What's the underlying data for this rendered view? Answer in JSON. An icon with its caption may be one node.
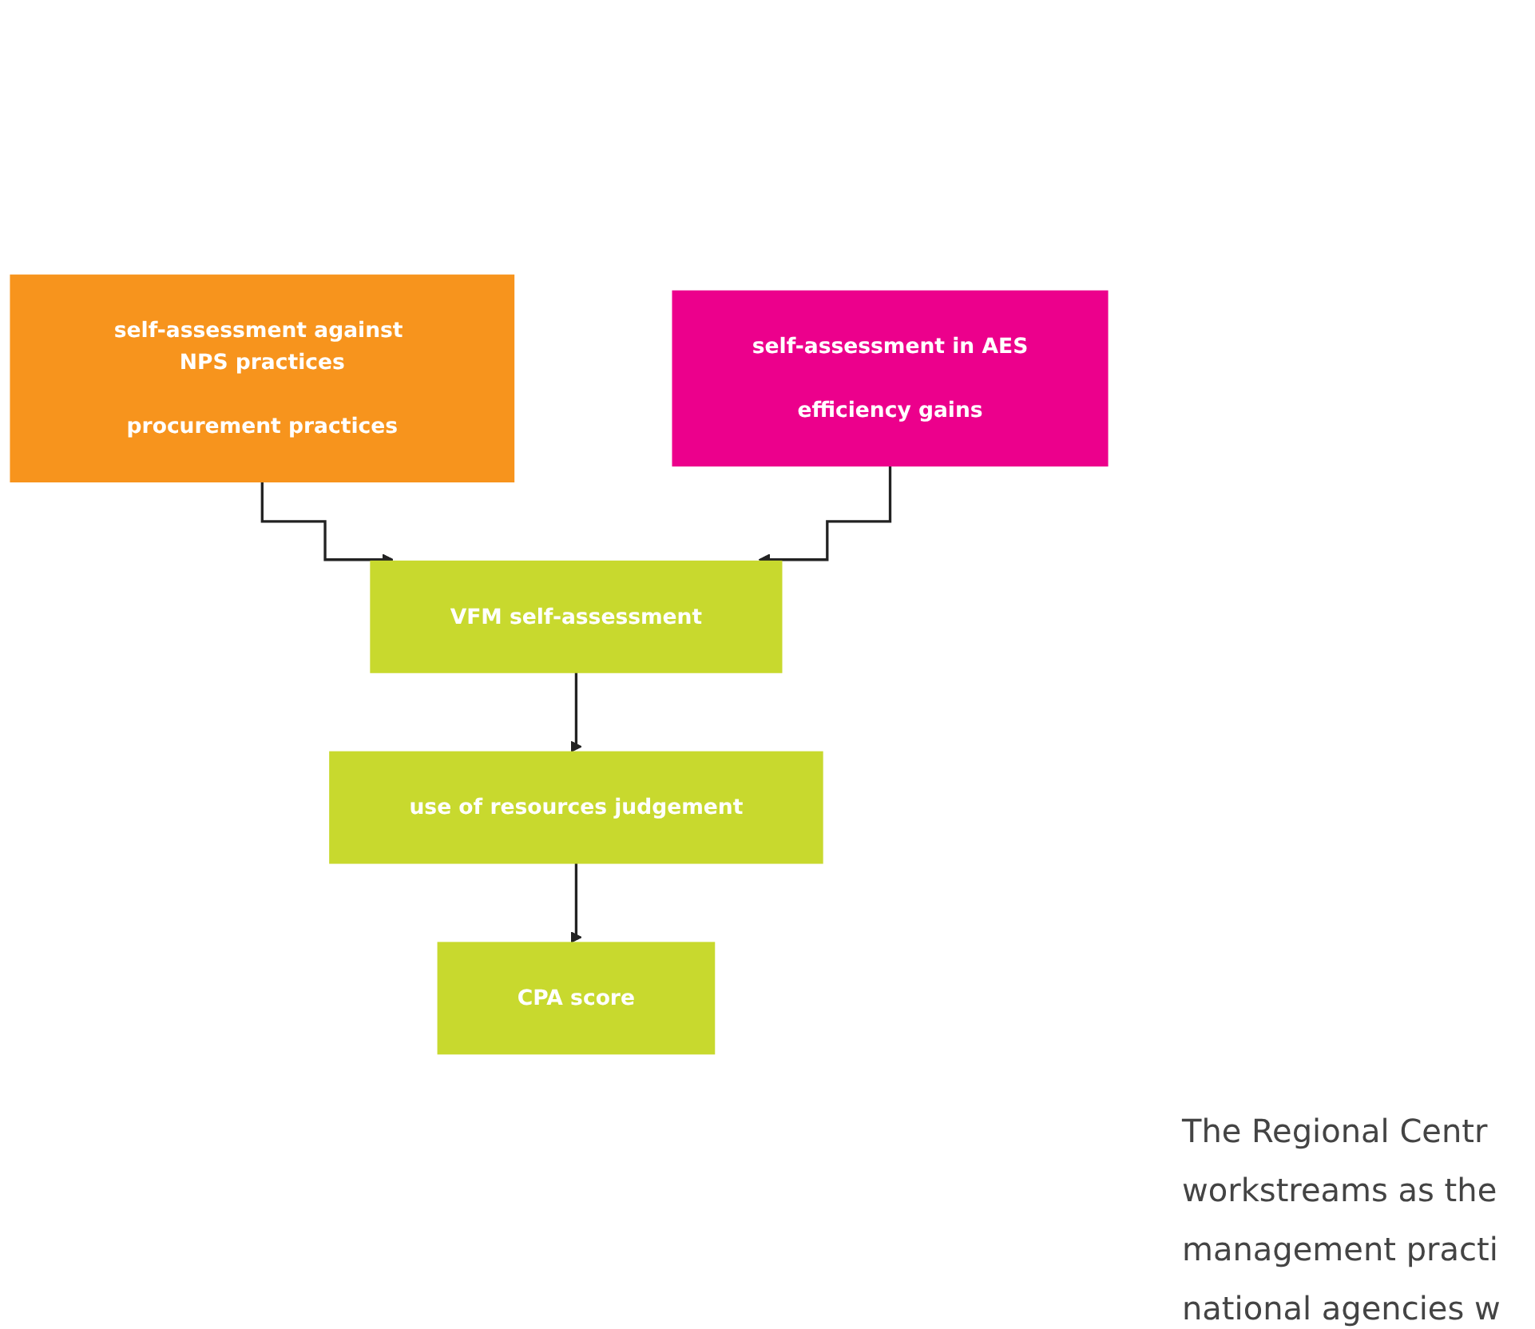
{
  "diagram": {
    "nodes": [
      {
        "text": [
          "self-assessment against NPS practices",
          "procurement practices"
        ]
      },
      {
        "text": [
          "self-assessment in AES",
          "efficiency gains"
        ]
      },
      {
        "text": [
          "VFM self-assessment"
        ]
      },
      {
        "text": [
          "use of resources judgement"
        ]
      },
      {
        "text": [
          "CPA score"
        ]
      }
    ],
    "edges": [
      {
        "from": 0,
        "to": 2,
        "arrow": "to"
      },
      {
        "from": 1,
        "to": 2,
        "arrow": "to"
      },
      {
        "from": 2,
        "to": 3,
        "arrow": "to"
      },
      {
        "from": 3,
        "to": 4,
        "arrow": "to"
      }
    ],
    "labels": [
      "The Regional Centr workstreams as the management practi national agencies w"
    ]
  }
}
